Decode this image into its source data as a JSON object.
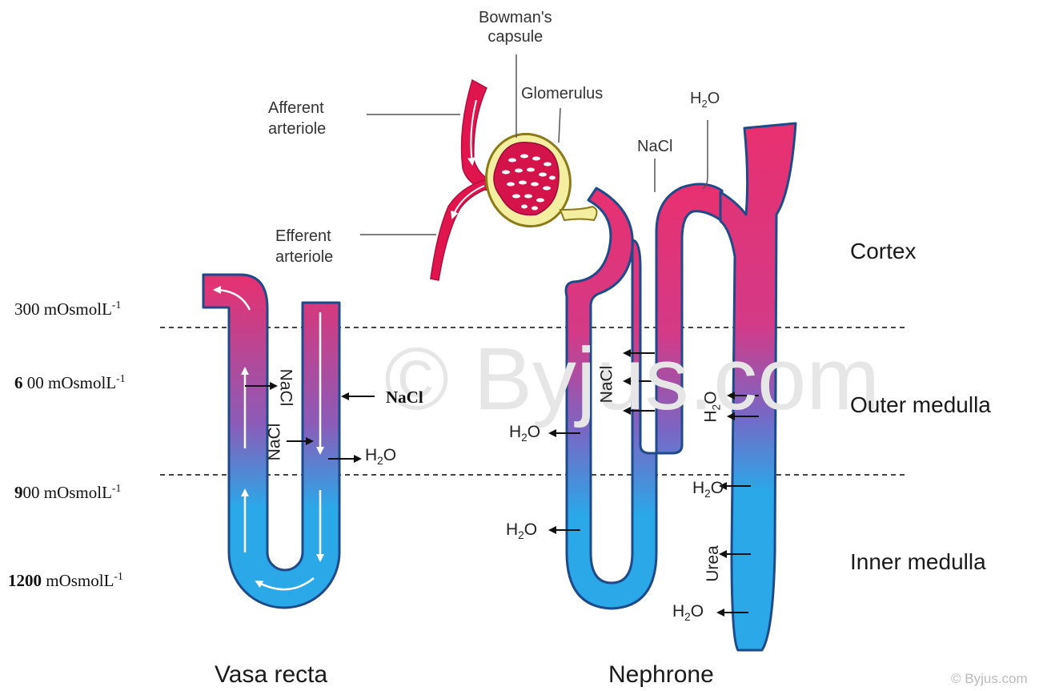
{
  "labels": {
    "bowmans_line1": "Bowman's",
    "bowmans_line2": "capsule",
    "glomerulus": "Glomerulus",
    "afferent_line1": "Afferent",
    "afferent_line2": "arteriole",
    "efferent_line1": "Efferent",
    "efferent_line2": "arteriole",
    "h2o": "H",
    "h2o_sub": "2",
    "h2o_o": "O",
    "nacl": "NaCl",
    "urea": "Urea"
  },
  "osmolarity": [
    {
      "prefix": "",
      "value": "300 mOsmolL",
      "sup": "-1"
    },
    {
      "prefix": "6",
      "value": " 00 mOsmolL",
      "sup": "-1"
    },
    {
      "prefix": "9",
      "value": "00 mOsmolL",
      "sup": "-1"
    },
    {
      "prefix": "1200",
      "value": " mOsmolL",
      "sup": "-1"
    }
  ],
  "zones": {
    "cortex": "Cortex",
    "outer_medulla": "Outer medulla",
    "inner_medulla": "Inner medulla"
  },
  "titles": {
    "vasa_recta": "Vasa recta",
    "nephrone": "Nephrone"
  },
  "watermark": "© Byjus.com",
  "credit": "© Byjus.com",
  "colors": {
    "pink": "#e8306f",
    "purple": "#8060b8",
    "blue": "#2aa8e8",
    "capsule_yellow": "#f4efa0",
    "capsule_border": "#8a7a18",
    "glomerulus": "#d4134a",
    "outline": "#1e4a8a"
  }
}
